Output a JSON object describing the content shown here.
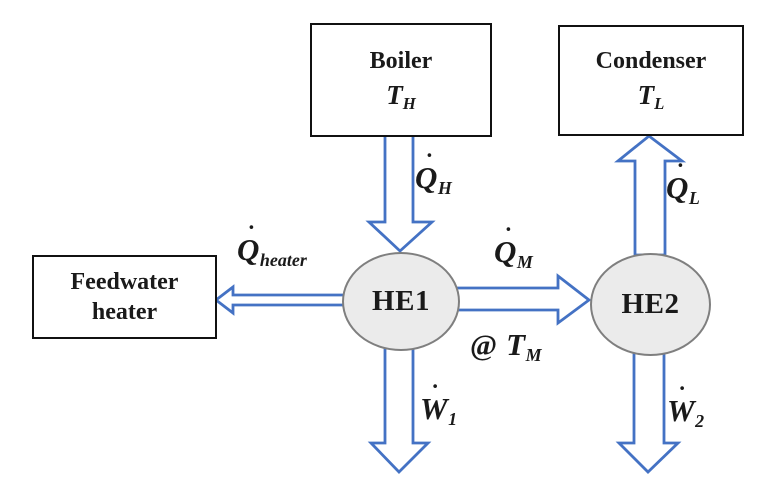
{
  "colors": {
    "accent": "#4472C4",
    "node_fill": "#EBEBEB",
    "node_stroke": "#7F7F7F",
    "box_border": "#111111",
    "ink": "#1A1A1A",
    "background": "#FFFFFF"
  },
  "nodes": {
    "boiler": {
      "title": "Boiler",
      "temp": {
        "main": "T",
        "sub": "H"
      }
    },
    "condenser": {
      "title": "Condenser",
      "temp": {
        "main": "T",
        "sub": "L"
      }
    },
    "feedwater_heater": {
      "line1": "Feedwater",
      "line2": "heater"
    },
    "he1": {
      "label": "HE1"
    },
    "he2": {
      "label": "HE2"
    }
  },
  "flows": {
    "q_h": {
      "dot": "˙",
      "main": "Q",
      "sub": "H"
    },
    "q_heater": {
      "dot": "˙",
      "main": "Q",
      "sub": "heater"
    },
    "q_m": {
      "dot": "˙",
      "main": "Q",
      "sub": "M"
    },
    "at_t_m": {
      "prefix": "@",
      "main": "T",
      "sub": "M"
    },
    "q_l": {
      "dot": "˙",
      "main": "Q",
      "sub": "L"
    },
    "w_1": {
      "dot": "˙",
      "main": "W",
      "sub": "1"
    },
    "w_2": {
      "dot": "˙",
      "main": "W",
      "sub": "2"
    }
  }
}
